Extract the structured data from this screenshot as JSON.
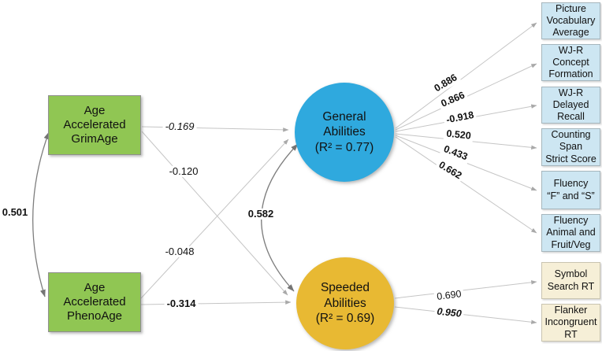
{
  "diagram": {
    "type": "structural-equation-model",
    "exogenous_nodes": [
      {
        "id": "grimage",
        "label": "Age\nAccelerated\nGrimAge"
      },
      {
        "id": "phenoage",
        "label": "Age\nAccelerated\nPhenoAge"
      }
    ],
    "latent_nodes": [
      {
        "id": "general",
        "label": "General\nAbilities\n(R² = 0.77)",
        "r_squared": "0.77",
        "color": "#2FA9DE"
      },
      {
        "id": "speeded",
        "label": "Speeded\nAbilities\n(R² = 0.69)",
        "r_squared": "0.69",
        "color": "#E8B933"
      }
    ],
    "covariances": [
      {
        "from": "grimage",
        "to": "phenoage",
        "value": "0.501"
      },
      {
        "from": "general",
        "to": "speeded",
        "value": "0.582"
      }
    ],
    "regressions": [
      {
        "from": "grimage",
        "to": "general",
        "value": "-0.169"
      },
      {
        "from": "grimage",
        "to": "speeded",
        "value": "-0.120"
      },
      {
        "from": "phenoage",
        "to": "general",
        "value": "-0.048"
      },
      {
        "from": "phenoage",
        "to": "speeded",
        "value": "-0.314"
      }
    ],
    "general_indicators": [
      {
        "label": "Picture\nVocabulary\nAverage",
        "loading": "0.886"
      },
      {
        "label": "WJ-R\nConcept\nFormation",
        "loading": "0.866"
      },
      {
        "label": "WJ-R\nDelayed\nRecall",
        "loading": "-0.918"
      },
      {
        "label": "Counting\nSpan\nStrict Score",
        "loading": "0.520"
      },
      {
        "label": "Fluency\n“F” and “S”",
        "loading": "0.433"
      },
      {
        "label": "Fluency\nAnimal and\nFruit/Veg",
        "loading": "0.662"
      }
    ],
    "speeded_indicators": [
      {
        "label": "Symbol\nSearch RT",
        "loading": "0.690"
      },
      {
        "label": "Flanker\nIncongruent\nRT",
        "loading": "0.950"
      }
    ],
    "colors": {
      "exogenous_box": "#90C653",
      "general_circle": "#2FA9DE",
      "speeded_circle": "#E8B933",
      "general_indicator_box": "#CDE6F2",
      "speeded_indicator_box": "#F6EFD7",
      "path_line": "#c5c5c5",
      "covariance_line": "#7e7e7e"
    }
  }
}
